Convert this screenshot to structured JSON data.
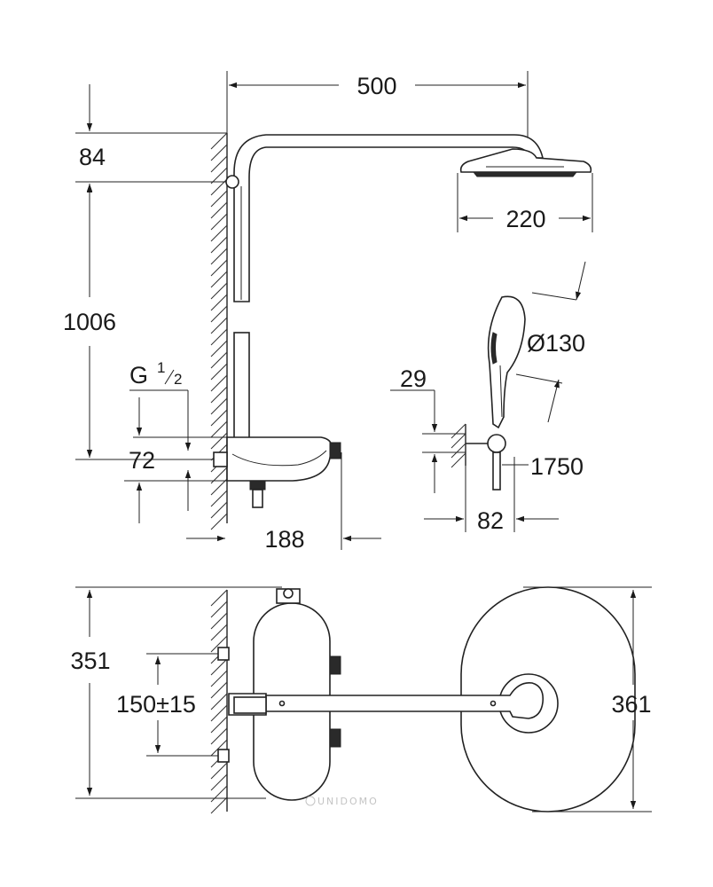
{
  "dimensions": {
    "top_arm_length": "500",
    "top_offset": "84",
    "head_diameter": "220",
    "column_height": "1006",
    "thread_size": "G",
    "thread_fraction_num": "1",
    "thread_fraction_den": "2",
    "inlet_offset": "72",
    "thermostat_depth": "188",
    "handshower_offset": "29",
    "handshower_diameter": "Ø130",
    "hose_length": "1750",
    "holder_depth": "82",
    "front_height": "351",
    "inlet_spacing": "150±15",
    "head_front_height": "361"
  },
  "watermark": "UNIDOMO"
}
